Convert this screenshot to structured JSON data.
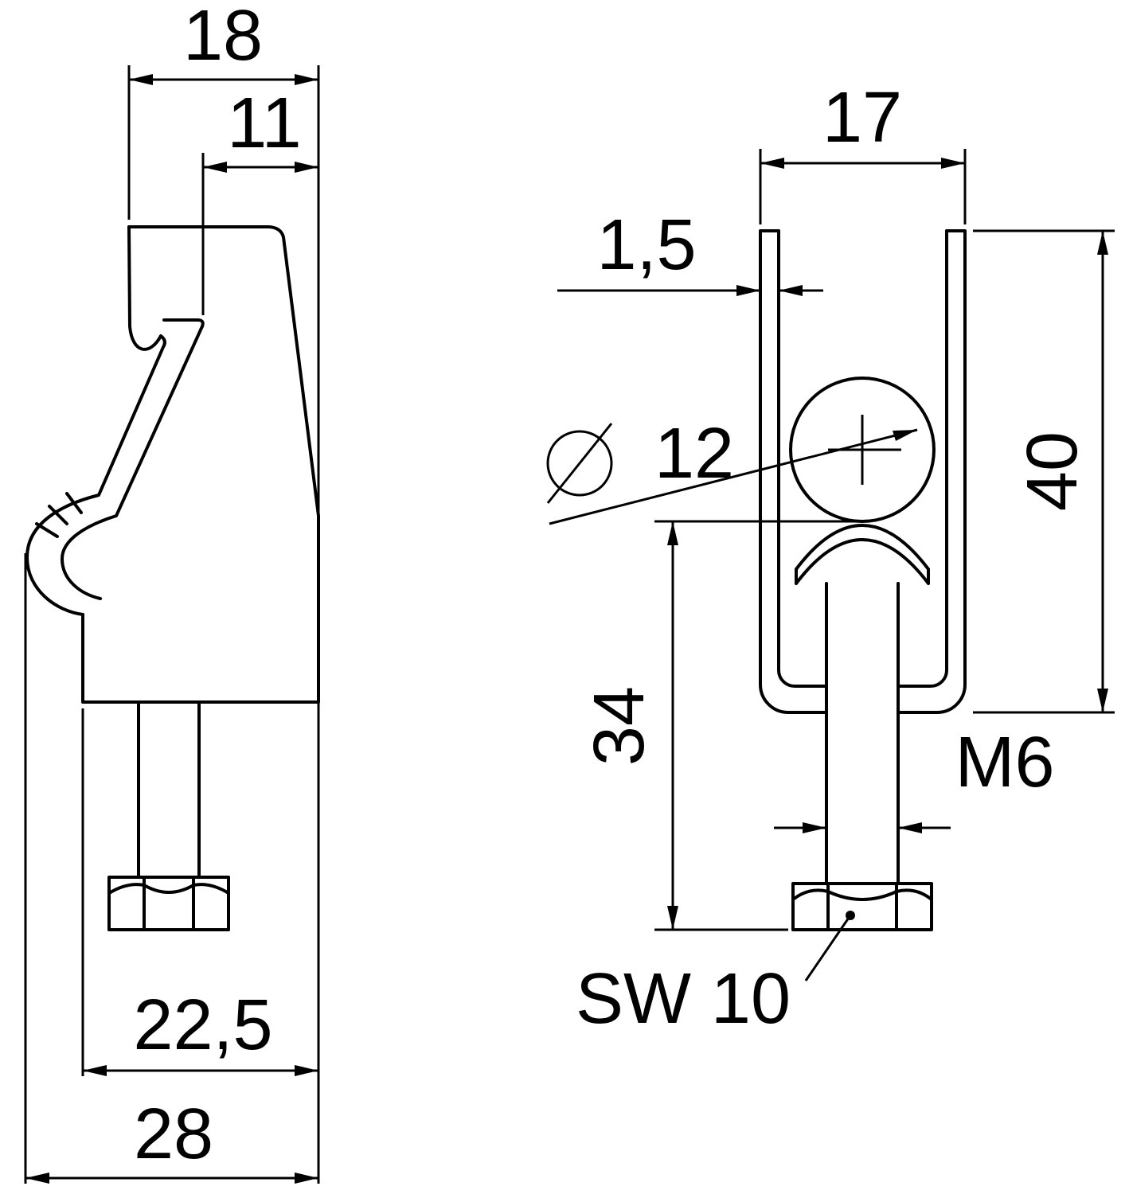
{
  "colors": {
    "line": "#000000",
    "background": "#ffffff"
  },
  "side_view": {
    "dims": {
      "top_width": "18",
      "lip_width": "11",
      "body_width": "22,5",
      "overall_width": "28"
    }
  },
  "front_view": {
    "dims": {
      "outer_width": "17",
      "wall_thickness": "1,5",
      "clamp_diameter": "12",
      "height": "40",
      "clamp_range": "34",
      "thread_size": "M6",
      "wrench_size": "SW 10"
    }
  }
}
